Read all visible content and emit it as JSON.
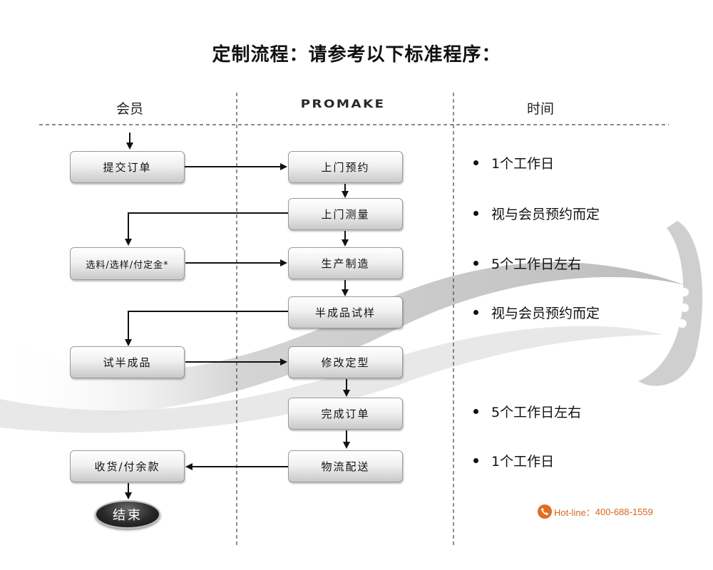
{
  "title": "定制流程：请参考以下标准程序：",
  "columns": {
    "member": "会员",
    "brand": "PROMAKE",
    "time": "时间"
  },
  "member_steps": {
    "submit_order": "提交订单",
    "select_material": "选料/选样/付定金*",
    "try_semi": "试半成品",
    "receive_pay": "收货/付余款",
    "end": "结束"
  },
  "promake_steps": {
    "appointment": "上门预约",
    "measure": "上门测量",
    "production": "生产制造",
    "semi_sample": "半成品试样",
    "modify": "修改定型",
    "complete": "完成订单",
    "logistics": "物流配送"
  },
  "time_notes": [
    "1个工作日",
    "视与会员预约而定",
    "5个工作日左右",
    "视与会员预约而定",
    "5个工作日左右",
    "1个工作日"
  ],
  "hotline": {
    "label": "Hot-line：",
    "number": "400-688-1559"
  },
  "colors": {
    "hotline": "#d8661c",
    "swoosh": "#cfcfcf"
  }
}
